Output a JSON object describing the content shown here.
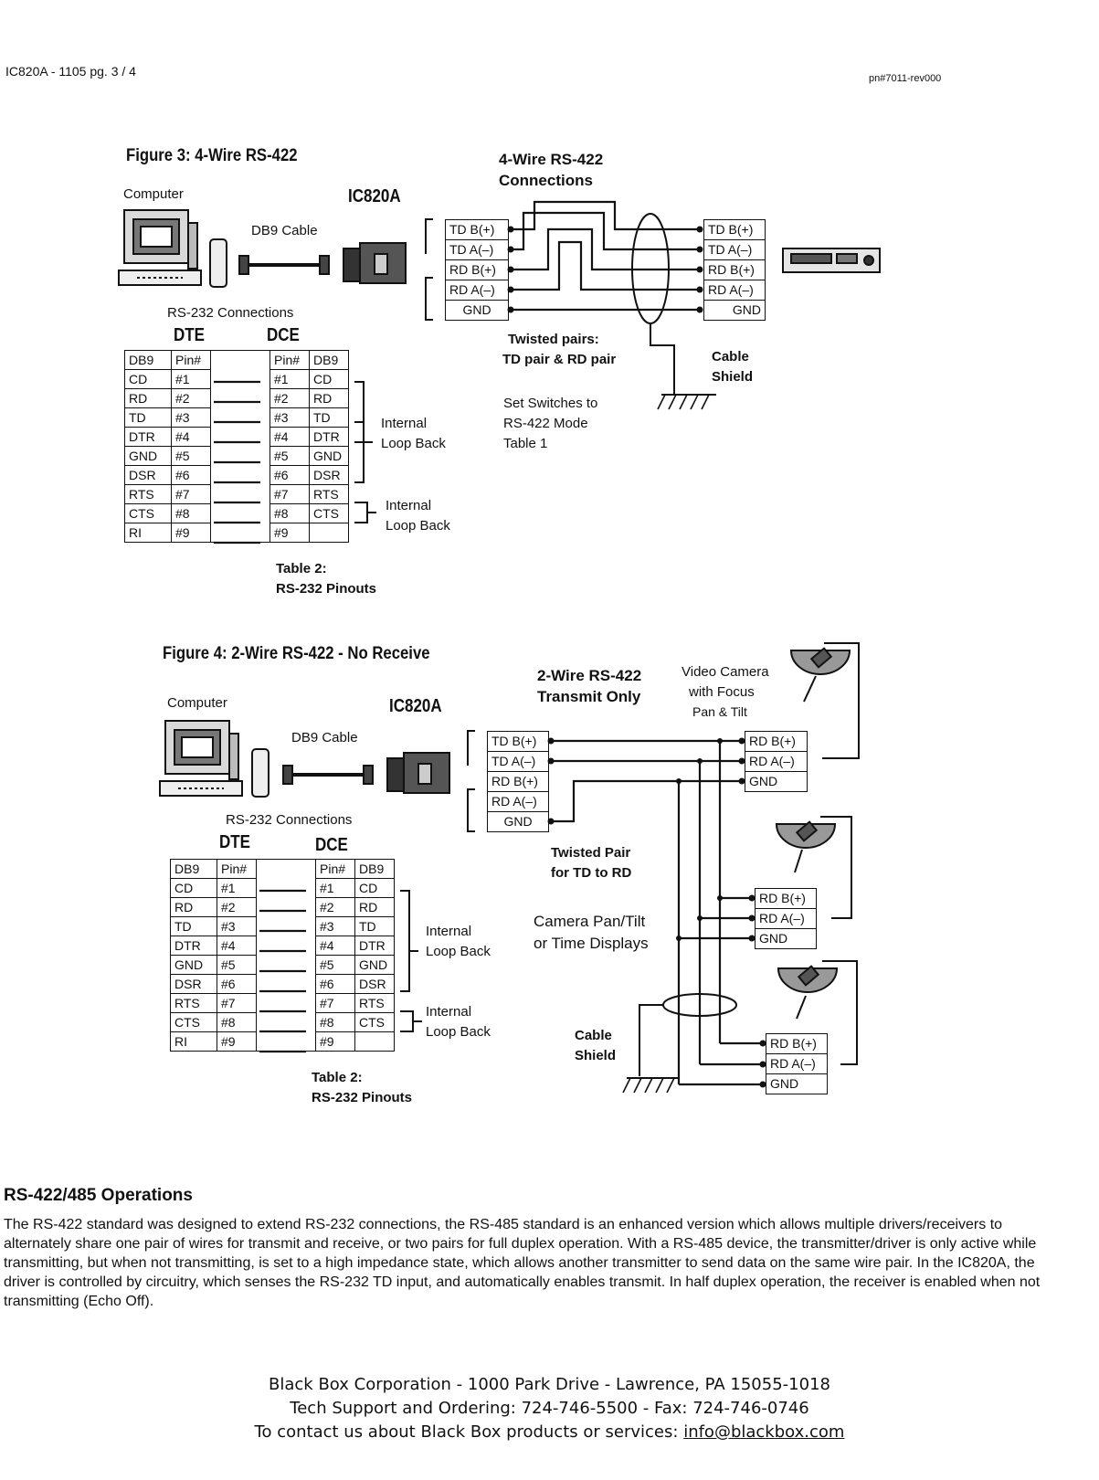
{
  "header": {
    "left": "IC820A  - 1105 pg. 3 / 4",
    "right": "pn#7011-rev000"
  },
  "figure3": {
    "title": "Figure 3: 4-Wire RS-422",
    "computer": "Computer",
    "ic": "IC820A",
    "cable": "DB9 Cable",
    "rs232": "RS-232 Connections",
    "dte": "DTE",
    "dce": "DCE",
    "conn_title_1": "4-Wire RS-422",
    "conn_title_2": "Connections",
    "left_terms": [
      "TD B(+)",
      "TD A(–)",
      "RD B(+)",
      "RD A(–)",
      "GND"
    ],
    "right_terms": [
      "TD B(+)",
      "TD A(–)",
      "RD B(+)",
      "RD A(–)",
      "GND"
    ],
    "twisted_1": "Twisted pairs:",
    "twisted_2": "TD pair & RD pair",
    "shield_1": "Cable",
    "shield_2": "Shield",
    "switch_1": "Set Switches to",
    "switch_2": "RS-422 Mode",
    "switch_3": "Table 1",
    "loop1_1": "Internal",
    "loop1_2": "Loop Back",
    "loop2_1": "Internal",
    "loop2_2": "Loop Back",
    "table_caption_1": "Table 2:",
    "table_caption_2": "RS-232 Pinouts"
  },
  "figure4": {
    "title": "Figure 4:  2-Wire RS-422 - No Receive",
    "computer": "Computer",
    "ic": "IC820A",
    "cable": "DB9 Cable",
    "rs232": "RS-232 Connections",
    "dte": "DTE",
    "dce": "DCE",
    "conn_title_1": "2-Wire RS-422",
    "conn_title_2": "Transmit Only",
    "camera_1": "Video Camera",
    "camera_2": "with Focus",
    "camera_3": "Pan & Tilt",
    "left_terms": [
      "TD B(+)",
      "TD A(–)",
      "RD B(+)",
      "RD A(–)",
      "GND"
    ],
    "cam_terms": [
      "RD B(+)",
      "RD A(–)",
      "GND"
    ],
    "twisted_1": "Twisted Pair",
    "twisted_2": "for TD to RD",
    "display_1": "Camera Pan/Tilt",
    "display_2": "or Time Displays",
    "shield_1": "Cable",
    "shield_2": "Shield",
    "loop1_1": "Internal",
    "loop1_2": "Loop Back",
    "loop2_1": "Internal",
    "loop2_2": "Loop Back",
    "table_caption_1": "Table 2:",
    "table_caption_2": "RS-232 Pinouts"
  },
  "pinout": {
    "head_left": [
      "DB9",
      "Pin#"
    ],
    "head_right": [
      "Pin#",
      "DB9"
    ],
    "rows": [
      {
        "l": "CD",
        "lp": "#1",
        "rp": "#1",
        "r": "CD"
      },
      {
        "l": "RD",
        "lp": "#2",
        "rp": "#2",
        "r": "RD"
      },
      {
        "l": "TD",
        "lp": "#3",
        "rp": "#3",
        "r": "TD"
      },
      {
        "l": "DTR",
        "lp": "#4",
        "rp": "#4",
        "r": "DTR"
      },
      {
        "l": "GND",
        "lp": "#5",
        "rp": "#5",
        "r": "GND"
      },
      {
        "l": "DSR",
        "lp": "#6",
        "rp": "#6",
        "r": "DSR"
      },
      {
        "l": "RTS",
        "lp": "#7",
        "rp": "#7",
        "r": "RTS"
      },
      {
        "l": "CTS",
        "lp": "#8",
        "rp": "#8",
        "r": "CTS"
      },
      {
        "l": "RI",
        "lp": "#9",
        "rp": "#9",
        "r": ""
      }
    ]
  },
  "section": {
    "title": "RS-422/485 Operations",
    "body": "The RS-422 standard was designed to extend RS-232 connections, the RS-485 standard is an enhanced version which allows multiple drivers/receivers to alternately share one pair of wires for transmit and receive, or two pairs for full duplex operation. With a RS-485 device, the transmitter/driver is only active while transmitting, but when not transmitting, is set to a high impedance state, which allows another transmitter to send data on the same wire pair. In the IC820A, the driver is controlled by circuitry, which senses the RS-232 TD input, and automatically enables transmit. In half duplex operation, the receiver is enabled when not transmitting (Echo Off)."
  },
  "footer": {
    "line1": "Black Box Corporation - 1000 Park Drive - Lawrence, PA 15055-1018",
    "line2": "Tech Support and Ordering: 724-746-5500 - Fax: 724-746-0746",
    "line3_prefix": "To contact us about Black Box products or services: ",
    "email": "info@blackbox.com"
  }
}
